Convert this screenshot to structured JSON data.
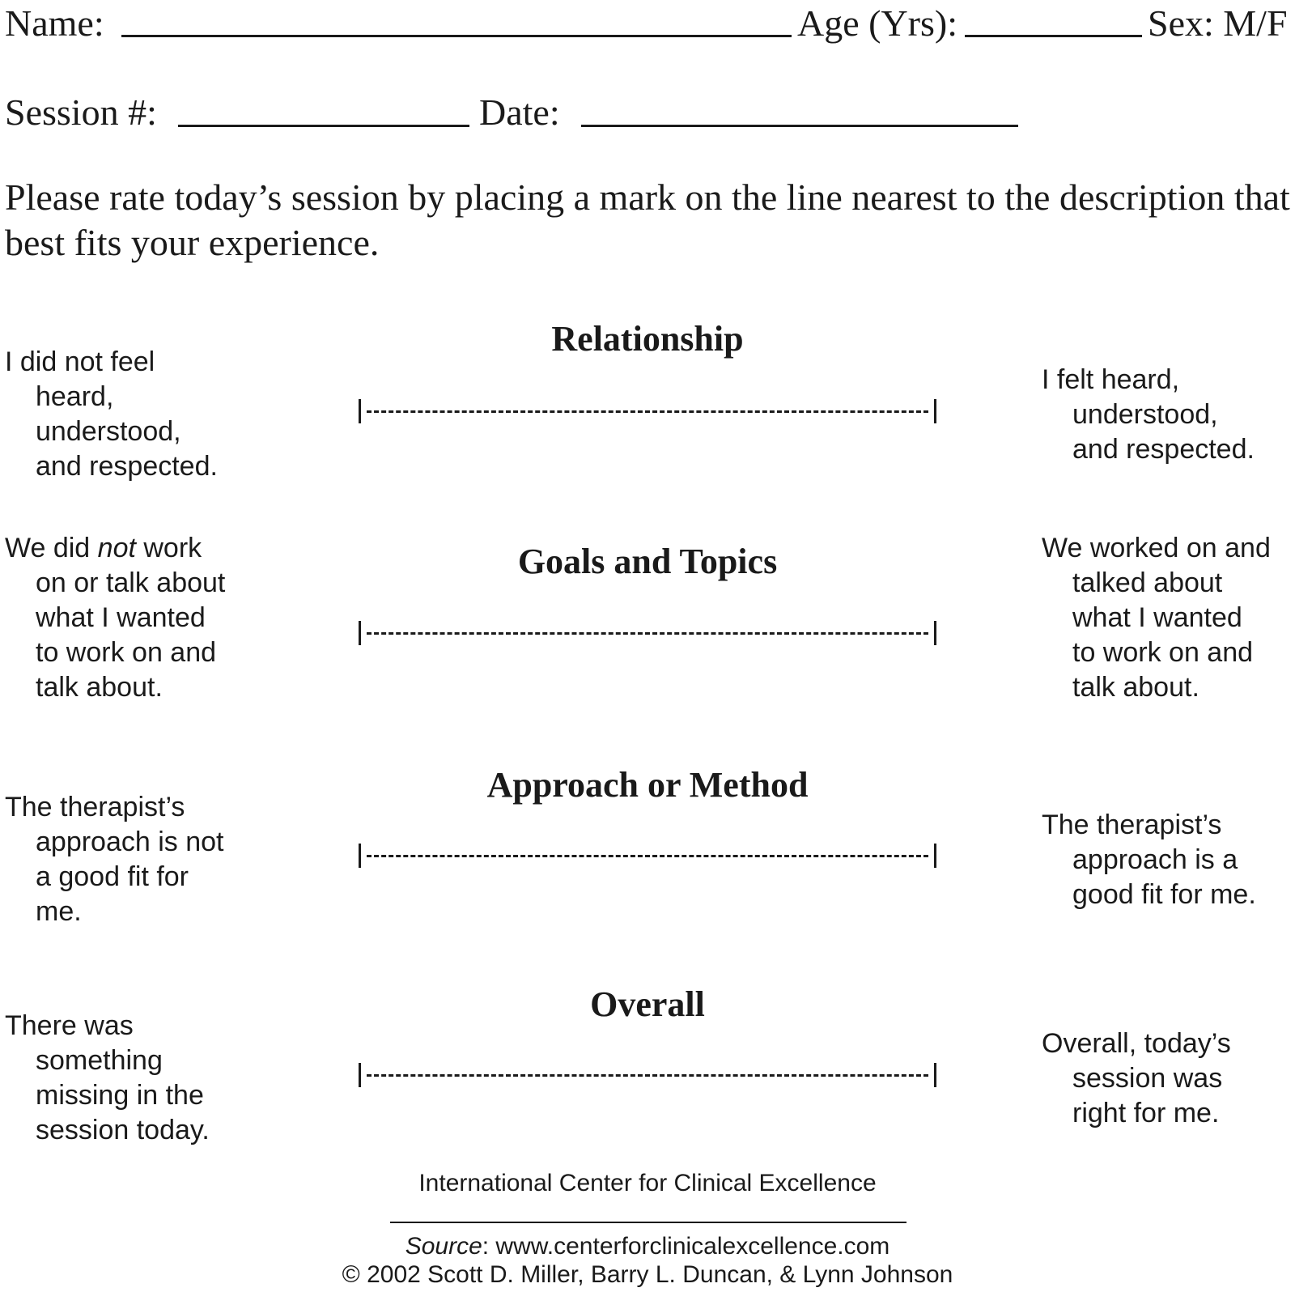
{
  "header": {
    "name_label": "Name:",
    "age_label": "Age (Yrs):",
    "sex_label": "Sex: M/F",
    "session_label": "Session #:",
    "date_label": "Date:"
  },
  "instructions": "Please rate today’s session by placing a mark on the line nearest to the description that best fits your experience.",
  "scales": [
    {
      "title": "Relationship",
      "left_first": "I did not feel",
      "left_rest": [
        "heard,",
        "understood,",
        "and respected."
      ],
      "right_first": "I felt heard,",
      "right_rest": [
        "understood,",
        "and respected."
      ]
    },
    {
      "title": "Goals and Topics",
      "left_first_pre": "We did ",
      "left_first_em": "not",
      "left_first_post": " work",
      "left_rest": [
        "on or talk about",
        "what I wanted",
        "to work on and",
        "talk about."
      ],
      "right_first": "We worked on and",
      "right_rest": [
        "talked about",
        "what I wanted",
        "to work on and",
        "talk about."
      ]
    },
    {
      "title": "Approach or Method",
      "left_first": "The therapist’s",
      "left_rest": [
        "approach is not",
        "a good fit for",
        "me."
      ],
      "right_first": "The therapist’s",
      "right_rest": [
        "approach is a",
        "good fit for me."
      ]
    },
    {
      "title": "Overall",
      "left_first": "There was",
      "left_rest": [
        "something",
        "missing in the",
        "session today."
      ],
      "right_first": "Overall, today’s",
      "right_rest": [
        "session was",
        "right for me."
      ]
    }
  ],
  "footer": {
    "org": "International Center for Clinical Excellence",
    "source_label": "Source",
    "source_url": ": www.centerforclinicalexcellence.com",
    "copyright": "© 2002 Scott D. Miller, Barry L. Duncan, & Lynn Johnson"
  }
}
